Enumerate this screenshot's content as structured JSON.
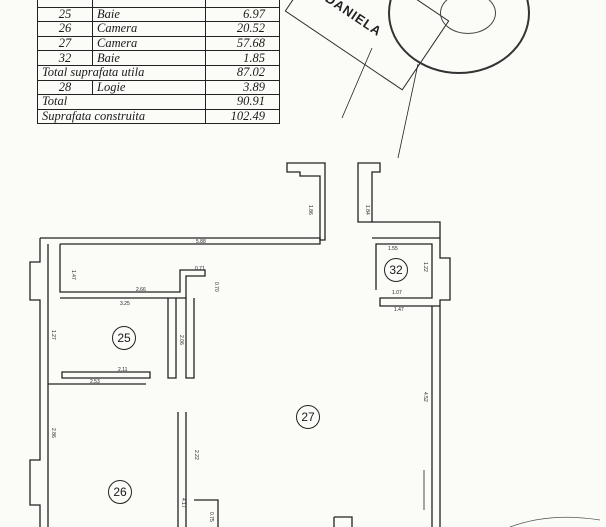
{
  "table": {
    "rows": [
      {
        "nr": "",
        "room": "",
        "area": ""
      },
      {
        "nr": "25",
        "room": "Baie",
        "area": "6.97"
      },
      {
        "nr": "26",
        "room": "Camera",
        "area": "20.52"
      },
      {
        "nr": "27",
        "room": "Camera",
        "area": "57.68"
      },
      {
        "nr": "32",
        "room": "Baie",
        "area": "1.85"
      }
    ],
    "useful_label": "Total suprafata utila",
    "useful_value": "87.02",
    "loggia": {
      "nr": "28",
      "room": "Logie",
      "area": "3.89"
    },
    "total_label": "Total",
    "total_value": "90.91",
    "built_label": "Suprafata construita",
    "built_value": "102.49"
  },
  "stamp": {
    "name": "DANIELA"
  },
  "rooms": [
    {
      "id": "25"
    },
    {
      "id": "26"
    },
    {
      "id": "27"
    },
    {
      "id": "32"
    }
  ],
  "dimensions": {
    "d_588": "5.88",
    "d_147a": "1.47",
    "d_071": "0.71",
    "d_070": "0.70",
    "d_266": "2.66",
    "d_325": "3.25",
    "d_127": "1.27",
    "d_206": "2.06",
    "d_211": "2.11",
    "d_253": "2.53",
    "d_286": "2.86",
    "d_222": "2.22",
    "d_155": "1.55",
    "d_122": "1.22",
    "d_107": "1.07",
    "d_147b": "1.47",
    "d_186a": "1.86",
    "d_184": "1.84",
    "d_452": "4.52",
    "d_417": "4.17",
    "d_075": "0.75"
  }
}
